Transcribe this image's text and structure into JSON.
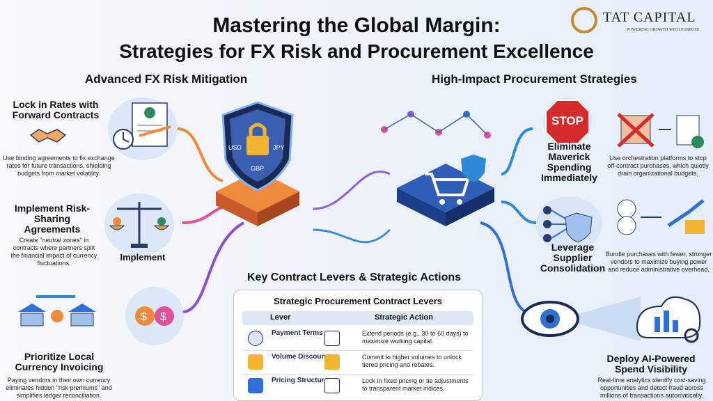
{
  "header": {
    "title_line1": "Mastering the Global Margin:",
    "title_line2": "Strategies for FX Risk and Procurement Excellence"
  },
  "brand": {
    "name": "TAT CAPITAL",
    "tagline": "POWERING GROWTH WITH PURPOSE"
  },
  "left": {
    "section_title": "Advanced FX Risk Mitigation",
    "items": [
      {
        "title": "Lock in Rates with Forward Contracts",
        "desc": "Use binding agreements to fix exchange rates for future transactions, shielding budgets from market volatility."
      },
      {
        "title": "Implement Risk-Sharing Agreements",
        "desc": "Create \"neutral zones\" in contracts where partners split the financial impact of currency fluctuations.",
        "caption": "Implement"
      },
      {
        "title": "Prioritize Local Currency Invoicing",
        "desc": "Paying vendors in their own currency eliminates hidden \"risk premiums\" and simplifies ledger reconciliation."
      }
    ],
    "shield_currencies": [
      "USD",
      "JPY",
      "GBP"
    ]
  },
  "right": {
    "section_title": "High-Impact Procurement Strategies",
    "stop_sign": "STOP",
    "items": [
      {
        "title": "Eliminate Maverick Spending Immediately",
        "desc": "Use orchestration platforms to stop off-contract purchases, which quietly drain organizational budgets."
      },
      {
        "title": "Leverage Supplier Consolidation",
        "desc": "Bundle purchases with fewer, stronger vendors to maximize buying power and reduce administrative overhead."
      },
      {
        "title": "Deploy AI-Powered Spend Visibility",
        "desc": "Real-time analytics identify cost-saving opportunities and detect fraud across millions of transactions automatically."
      }
    ]
  },
  "center": {
    "section_title": "Key Contract Levers & Strategic Actions",
    "table": {
      "title": "Strategic Procurement Contract Levers",
      "headers": [
        "Lever",
        "Strategic Action"
      ],
      "rows": [
        {
          "lever": "Payment Terms",
          "action": "Extend periods (e.g., 30 to 60 days) to maximize working capital.",
          "icon": "clock-icon"
        },
        {
          "lever": "Volume Discounts",
          "action": "Commit to higher volumes to unlock tiered pricing and rebates.",
          "icon": "coins-icon"
        },
        {
          "lever": "Pricing Structure",
          "action": "Lock in fixed pricing or tie adjustments to transparent market indices.",
          "icon": "price-tag-icon"
        }
      ]
    }
  },
  "colors": {
    "accent_blue": "#2e6fd8",
    "accent_orange": "#f08a3c",
    "accent_pink": "#e0509a",
    "brand_gold": "#c8892c"
  }
}
